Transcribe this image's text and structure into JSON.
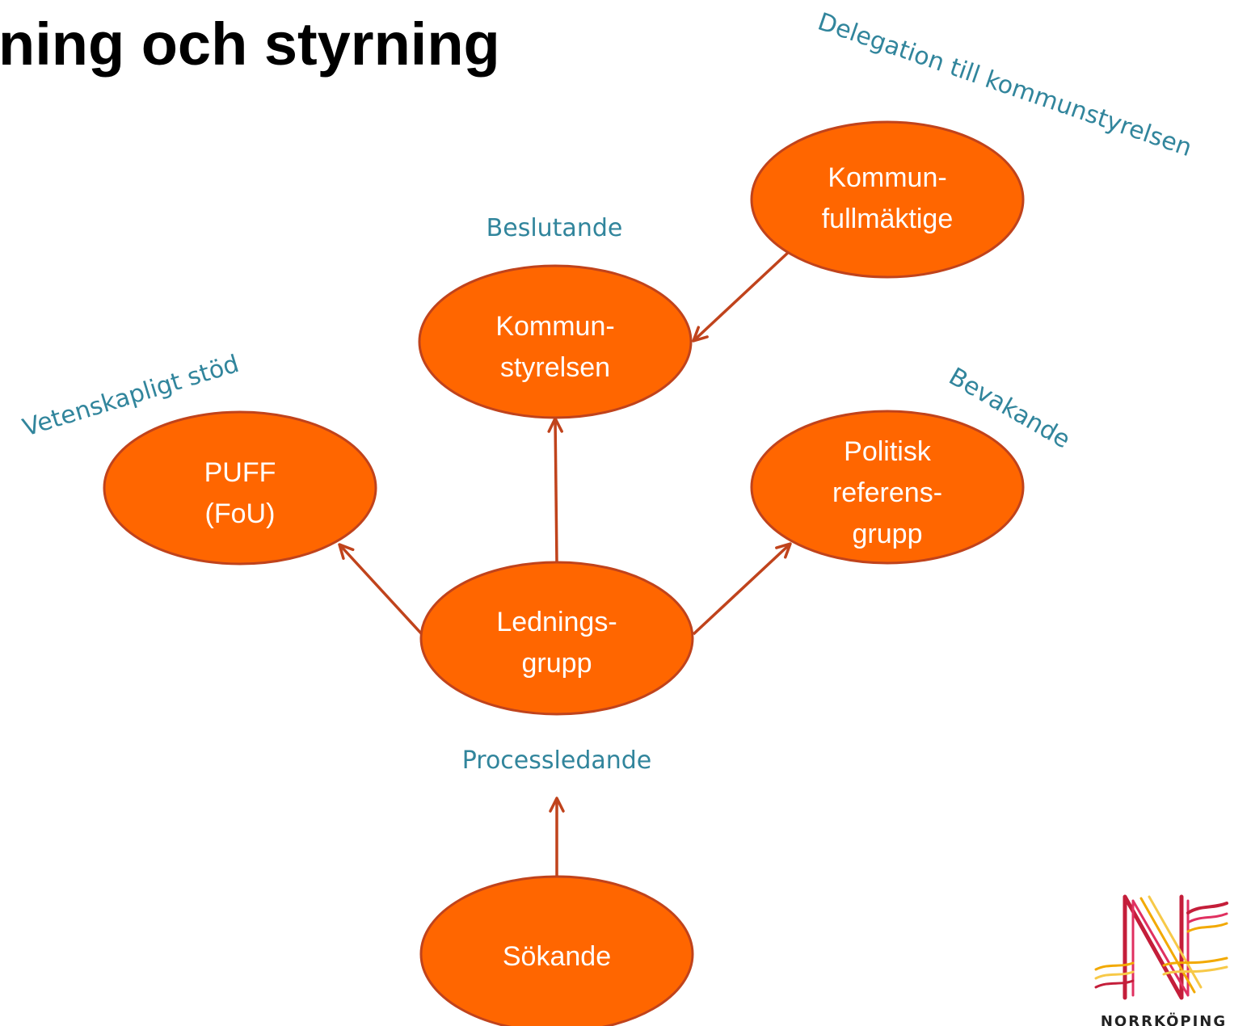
{
  "title": "ning och styrning",
  "colors": {
    "node_fill": "#ff6600",
    "node_stroke": "#c0431c",
    "arrow": "#c0431c",
    "annotation": "#31859c"
  },
  "nodes": [
    {
      "id": "kommunfullmaktige",
      "lines": [
        "Kommun-",
        "fullmäktige"
      ]
    },
    {
      "id": "kommunstyrelsen",
      "lines": [
        "Kommun-",
        "styrelsen"
      ]
    },
    {
      "id": "puff",
      "lines": [
        "PUFF",
        "(FoU)"
      ]
    },
    {
      "id": "politisk",
      "lines": [
        "Politisk",
        "referens-",
        "grupp"
      ]
    },
    {
      "id": "ledningsgrupp",
      "lines": [
        "Lednings-",
        "grupp"
      ]
    },
    {
      "id": "sokande",
      "lines": [
        "Sökande"
      ]
    }
  ],
  "annotations": {
    "delegation": "Delegation till kommunstyrelsen",
    "beslutande": "Beslutande",
    "vetenskapligt": "Vetenskapligt stöd",
    "bevakande": "Bevakande",
    "processledande": "Processledande"
  },
  "logo": {
    "text": "NORRKÖPING"
  }
}
